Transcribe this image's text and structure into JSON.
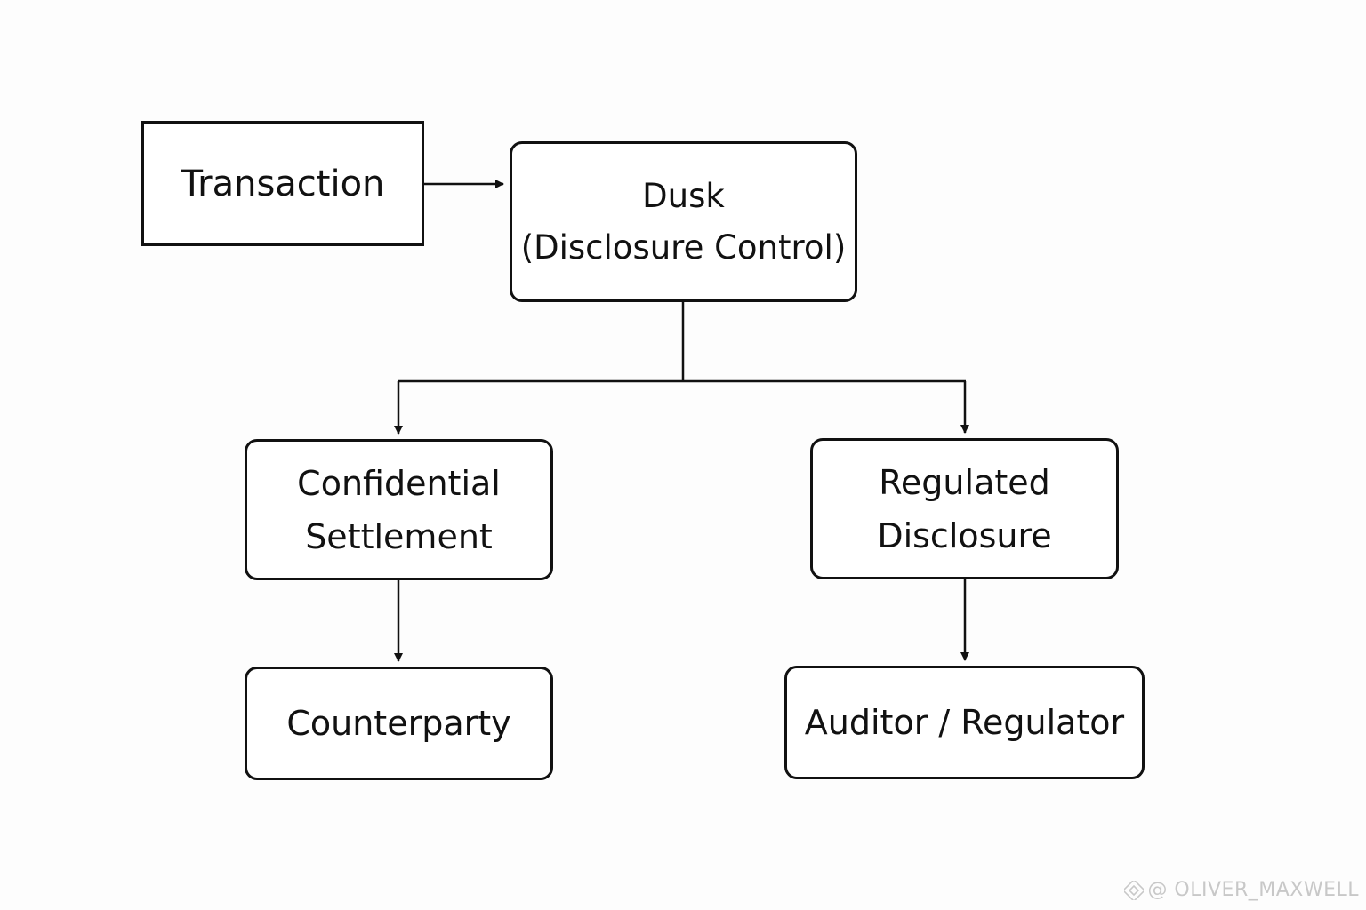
{
  "nodes": {
    "transaction": {
      "lines": [
        "Transaction"
      ]
    },
    "dusk": {
      "lines": [
        "Dusk",
        "(Disclosure Control)"
      ]
    },
    "confidential_settlement": {
      "lines": [
        "Confidential",
        "Settlement"
      ]
    },
    "regulated_disclosure": {
      "lines": [
        "Regulated",
        "Disclosure"
      ]
    },
    "counterparty": {
      "lines": [
        "Counterparty"
      ]
    },
    "auditor_regulator": {
      "lines": [
        "Auditor / Regulator"
      ]
    }
  },
  "edges": [
    {
      "from": "transaction",
      "to": "dusk"
    },
    {
      "from": "dusk",
      "to": "confidential_settlement"
    },
    {
      "from": "dusk",
      "to": "regulated_disclosure"
    },
    {
      "from": "confidential_settlement",
      "to": "counterparty"
    },
    {
      "from": "regulated_disclosure",
      "to": "auditor_regulator"
    }
  ],
  "watermark": {
    "text": "@ OLIVER_MAXWELL",
    "icon": "binance-logo-icon"
  },
  "colors": {
    "line": "#111111",
    "background": "#fdfdfd",
    "watermark": "#c8c8c8"
  }
}
